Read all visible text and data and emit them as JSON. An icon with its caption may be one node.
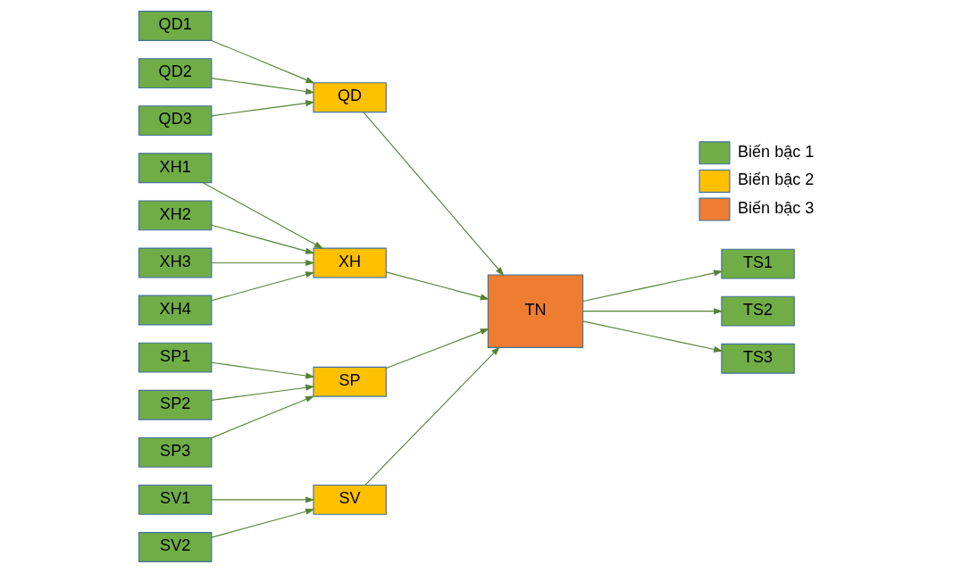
{
  "diagram": {
    "nodes": [
      {
        "text": [
          "QD1"
        ]
      },
      {
        "text": [
          "QD2"
        ]
      },
      {
        "text": [
          "QD3"
        ]
      },
      {
        "text": [
          "XH1"
        ]
      },
      {
        "text": [
          "XH2"
        ]
      },
      {
        "text": [
          "XH3"
        ]
      },
      {
        "text": [
          "XH4"
        ]
      },
      {
        "text": [
          "SP1"
        ]
      },
      {
        "text": [
          "SP2"
        ]
      },
      {
        "text": [
          "SP3"
        ]
      },
      {
        "text": [
          "SV1"
        ]
      },
      {
        "text": [
          "SV2"
        ]
      },
      {
        "text": [
          "QD"
        ]
      },
      {
        "text": [
          "XH"
        ]
      },
      {
        "text": [
          "SP"
        ]
      },
      {
        "text": [
          "SV"
        ]
      },
      {
        "text": [
          "TN"
        ]
      },
      {
        "text": [
          "TS1"
        ]
      },
      {
        "text": [
          "TS2"
        ]
      },
      {
        "text": [
          "TS3"
        ]
      }
    ],
    "edges": [
      {
        "from": 0,
        "to": 12,
        "arrow": "to"
      },
      {
        "from": 1,
        "to": 12,
        "arrow": "to"
      },
      {
        "from": 2,
        "to": 12,
        "arrow": "to"
      },
      {
        "from": 3,
        "to": 13,
        "arrow": "to"
      },
      {
        "from": 4,
        "to": 13,
        "arrow": "to"
      },
      {
        "from": 5,
        "to": 13,
        "arrow": "to"
      },
      {
        "from": 6,
        "to": 13,
        "arrow": "to"
      },
      {
        "from": 7,
        "to": 14,
        "arrow": "to"
      },
      {
        "from": 8,
        "to": 14,
        "arrow": "to"
      },
      {
        "from": 9,
        "to": 14,
        "arrow": "to"
      },
      {
        "from": 10,
        "to": 15,
        "arrow": "to"
      },
      {
        "from": 11,
        "to": 15,
        "arrow": "to"
      },
      {
        "from": 12,
        "to": 16,
        "arrow": "to"
      },
      {
        "from": 13,
        "to": 16,
        "arrow": "to"
      },
      {
        "from": 14,
        "to": 16,
        "arrow": "to"
      },
      {
        "from": 15,
        "to": 16,
        "arrow": "to"
      },
      {
        "from": 16,
        "to": 17,
        "arrow": "to"
      },
      {
        "from": 16,
        "to": 18,
        "arrow": "to"
      },
      {
        "from": 16,
        "to": 19,
        "arrow": "to"
      }
    ],
    "legend": [
      {
        "text": "Biến bậc 1",
        "color": "#70ad47"
      },
      {
        "text": "Biến bậc 2",
        "color": "#ffc000"
      },
      {
        "text": "Biến bậc 3",
        "color": "#ed7d31"
      }
    ]
  }
}
